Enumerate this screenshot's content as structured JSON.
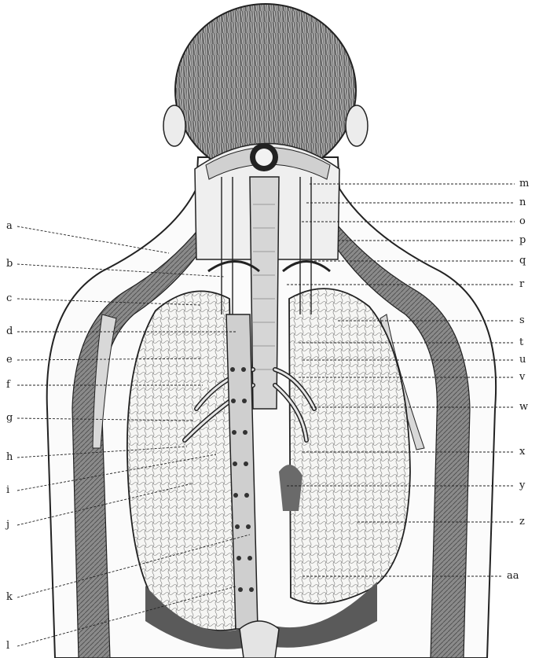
{
  "figure": {
    "labels_left": [
      "a",
      "b",
      "c",
      "d",
      "e",
      "f",
      "g",
      "h",
      "i",
      "j",
      "k",
      "l"
    ],
    "labels_right": [
      "m",
      "n",
      "o",
      "p",
      "q",
      "r",
      "s",
      "t",
      "u",
      "v",
      "w",
      "x",
      "y",
      "z",
      "aa"
    ]
  }
}
